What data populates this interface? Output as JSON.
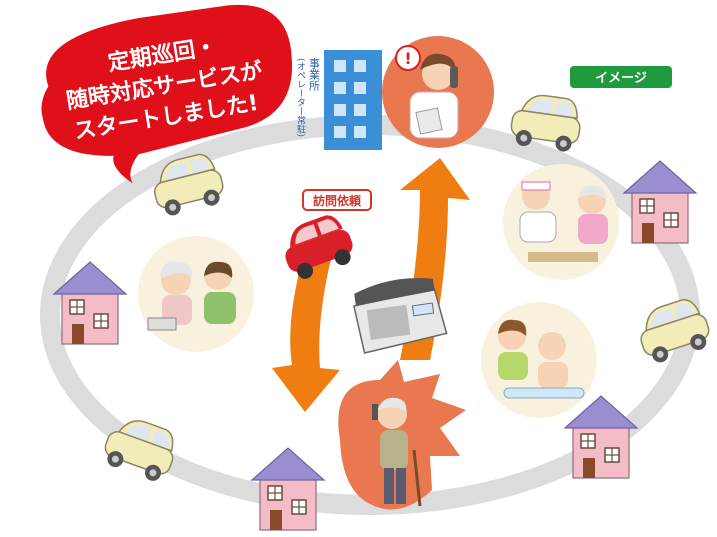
{
  "headline": {
    "line1": "定期巡回・",
    "line2": "随時対応サービスが",
    "line3": "スタートしました!"
  },
  "image_badge": "イメージ",
  "office_label": {
    "main": "事業所",
    "sub": "(オペレーター常駐)"
  },
  "request_label": "訪問依頼",
  "colors": {
    "headline_red": "#e0101a",
    "badge_green": "#1f9a3c",
    "arrow_orange": "#ef7d12",
    "ring_gray": "#dcdcdc",
    "building_blue": "#3a8fd6",
    "house_pink": "#f3bcc6",
    "roof_purple": "#9b8ed0",
    "car_cream": "#f2edb8",
    "car_red": "#d9202a",
    "vignette_orange": "#e9774f",
    "vignette_cream": "#f8f1dd",
    "request_box": "#d0362a"
  },
  "icons": [
    "office-building-icon",
    "operator-icon",
    "phone-icon",
    "car-icon",
    "house-icon",
    "exclamation-icon"
  ]
}
